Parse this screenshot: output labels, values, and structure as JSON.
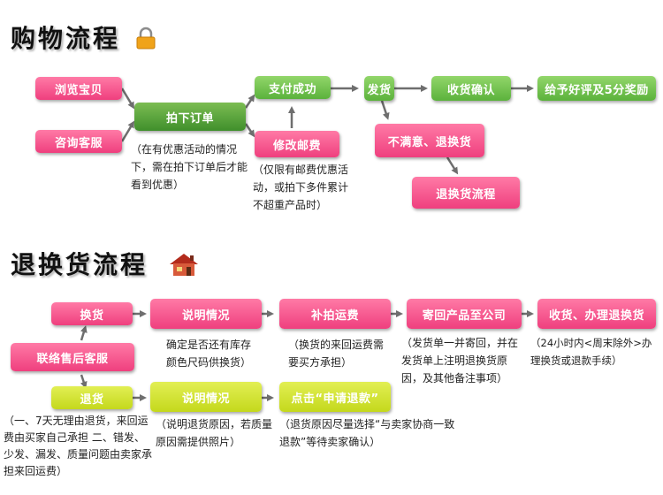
{
  "shopping": {
    "title": "购物流程",
    "browse": "浏览宝贝",
    "consult": "咨询客服",
    "order": "拍下订单",
    "order_note": "（在有优惠活动的情况下，需在拍下订单后才能看到优惠）",
    "pay": "支付成功",
    "modify": "修改邮费",
    "modify_note": "（仅限有邮费优惠活动，或拍下多件累计不超重产品时）",
    "ship": "发货",
    "confirm": "收货确认",
    "review": "给予好评及5分奖励",
    "unsatisfied": "不满意、退换货",
    "return_flow": "退换货流程"
  },
  "returns": {
    "title": "退换货流程",
    "exchange": "换货",
    "contact": "联络售后客服",
    "refund": "退货",
    "explain1": "说明情况",
    "explain1_note": "确定是否还有库存颜色尺码供换货）",
    "freight": "补拍运费",
    "freight_note": "（换货的来回运费需要买方承担）",
    "sendback": "寄回产品至公司",
    "sendback_note": "（发货单一并寄回，并在发货单上注明退换货原因，及其他备注事项）",
    "finish": "收货、办理退换货",
    "finish_note": "（24小时内<周末除外>办理换货或退款手续）",
    "explain2": "说明情况",
    "explain2_note": "（说明退货原因，若质量原因需提供照片）",
    "apply": "点击“申请退款”",
    "apply_note": "（退货原因尽量选择“与卖家协商一致退款”等待卖家确认）",
    "refund_note": "（一、7天无理由退货，来回运费由买家自己承担 二、错发、少发、漏发、质量问题由卖家承担来回运费）"
  },
  "colors": {
    "pink": "#ef3f7e",
    "green": "#5bb23c",
    "lime": "#c4d81c",
    "arrow": "#6e6e6e"
  },
  "icons": [
    "lock-icon",
    "house-icon"
  ]
}
